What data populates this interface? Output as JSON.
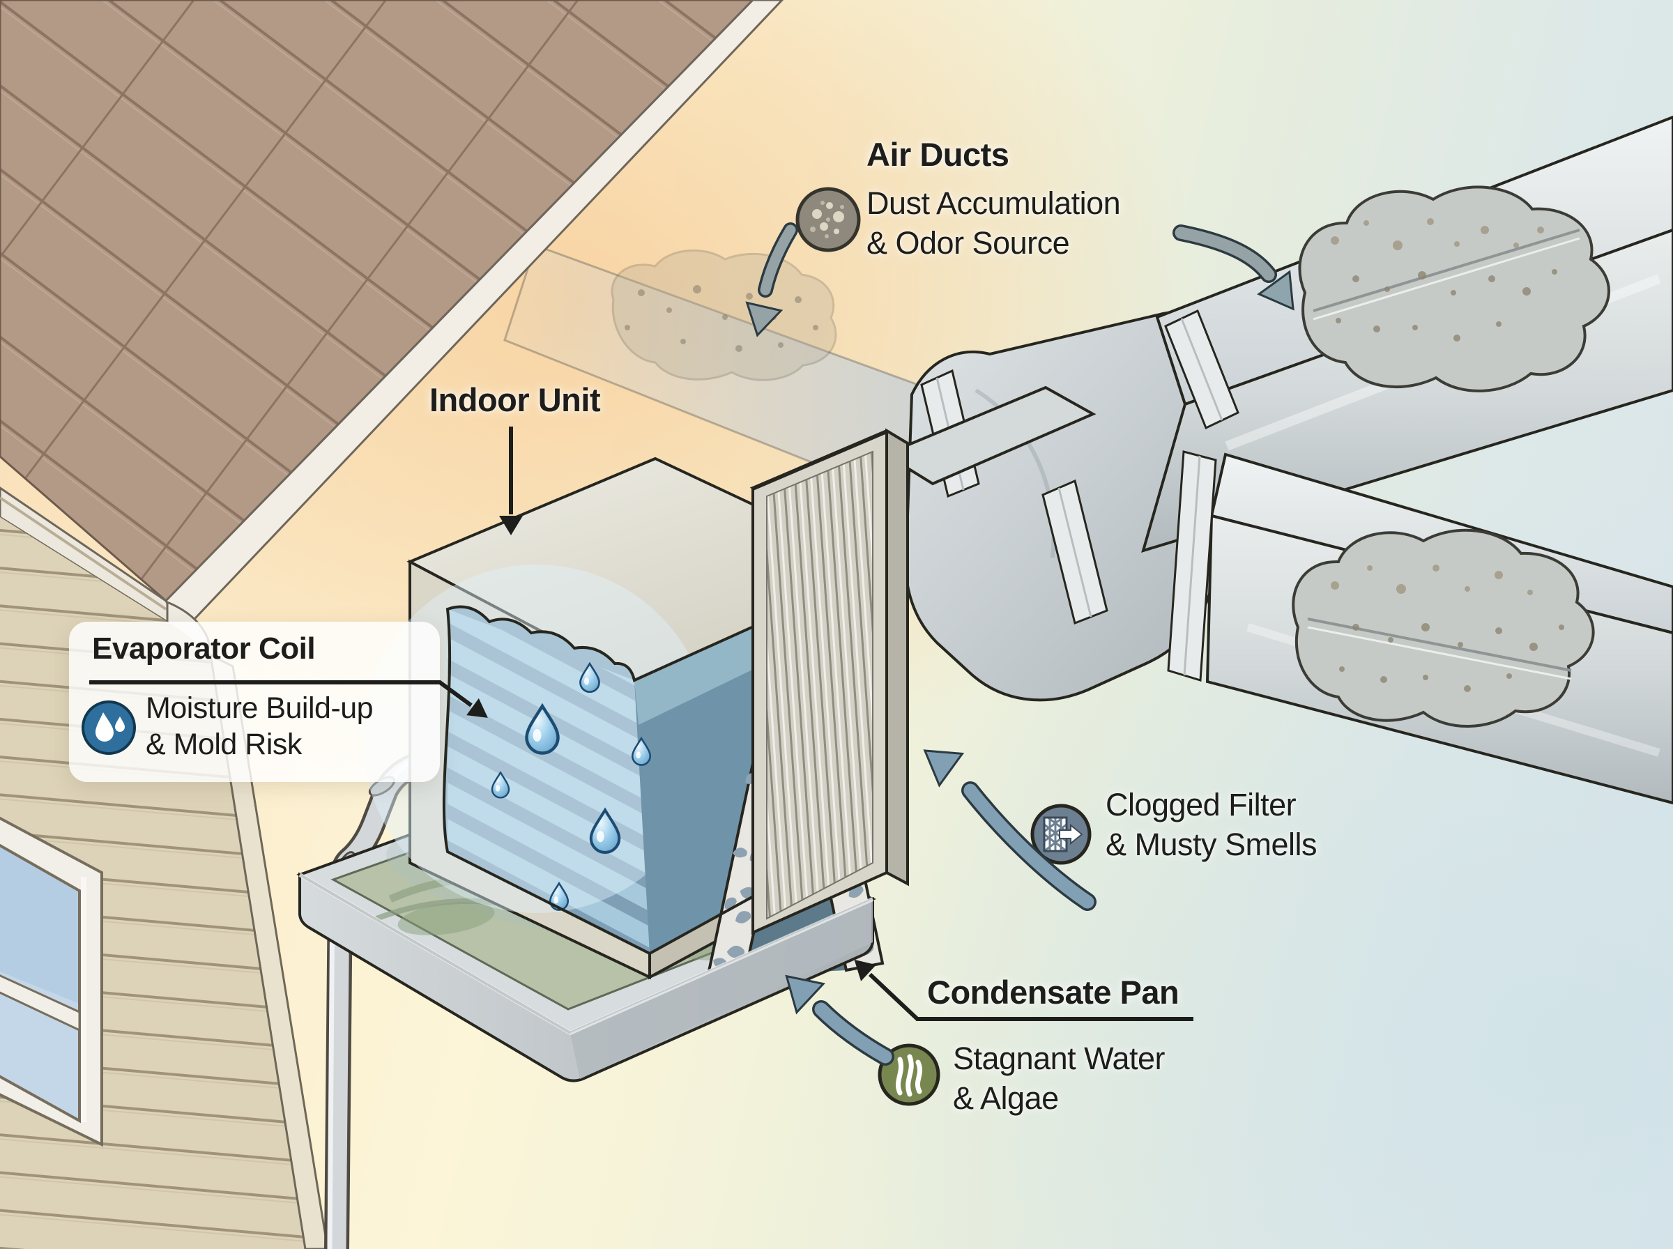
{
  "labels": {
    "air_ducts": {
      "title": "Air Ducts",
      "line1": "Dust Accumulation",
      "line2": "& Odor Source"
    },
    "indoor_unit": {
      "title": "Indoor Unit"
    },
    "evaporator_coil": {
      "title": "Evaporator Coil",
      "line1": "Moisture Build-up",
      "line2": "& Mold Risk"
    },
    "clogged_filter": {
      "line1": "Clogged Filter",
      "line2": "& Musty Smells"
    },
    "condensate_pan": {
      "title": "Condensate Pan",
      "line1": "Stagnant Water",
      "line2": "& Algae"
    }
  },
  "icons": {
    "dust": "dust-particles-icon",
    "moisture": "water-droplets-icon",
    "clogged_filter": "clogged-filter-icon",
    "algae": "algae-icon"
  },
  "colors": {
    "text": "#1d1d1b",
    "arrow_steel_blue": "#82a0b4",
    "arrow_gray": "#95a3a6",
    "moisture_icon_bg": "#2e6f9d",
    "filter_icon_bg": "#6d8092",
    "algae_icon_bg": "#77874f",
    "dust_icon_bg": "#8e897c",
    "coil_blue": "#9cc2d8",
    "stagnant_water_green": "#b7c2a8",
    "duct_gray": "#ccd2d5",
    "roof_brown": "#b29a87",
    "siding_tan": "#ddd3b8",
    "wall_peach": "#f7d5a8",
    "label_card_bg": "rgba(255,255,255,0.82)"
  }
}
